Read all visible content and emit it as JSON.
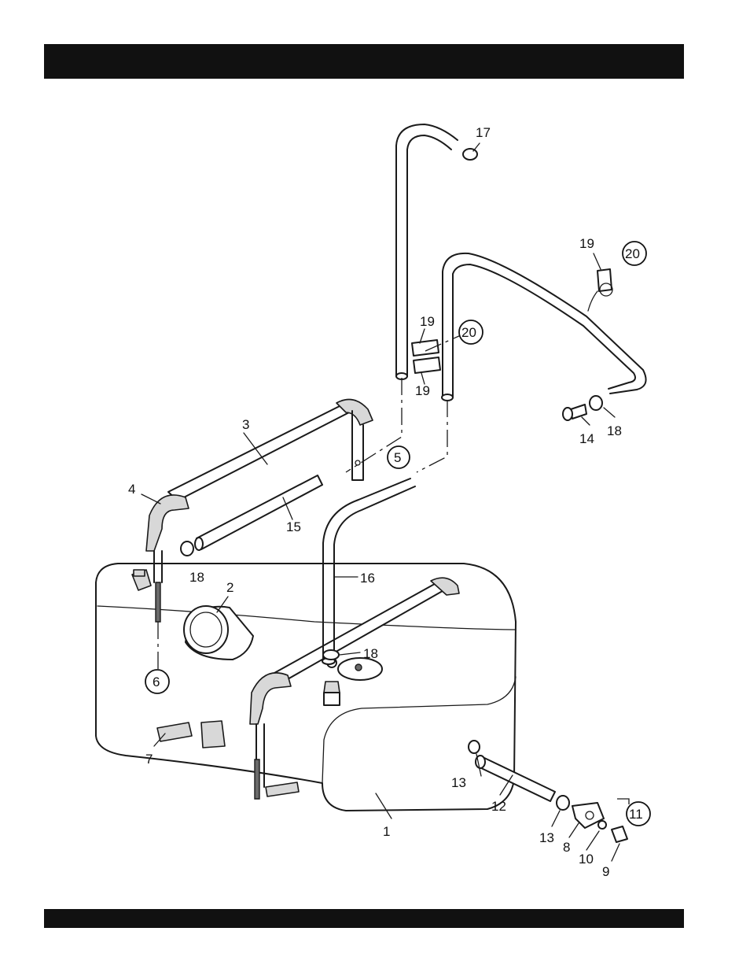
{
  "callouts": {
    "c1": "1",
    "c2": "2",
    "c3": "3",
    "c4": "4",
    "c5": "5",
    "c6": "6",
    "c7": "7",
    "c8": "8",
    "c9": "9",
    "c10": "10",
    "c11": "11",
    "c12": "12",
    "c13a": "13",
    "c13b": "13",
    "c14": "14",
    "c15": "15",
    "c16": "16",
    "c17": "17",
    "c18a": "18",
    "c18b": "18",
    "c18c": "18",
    "c19a": "19",
    "c19b": "19",
    "c19c": "19",
    "c20a": "20",
    "c20b": "20"
  },
  "colors": {
    "line": "#1a1a1a",
    "bar": "#111111",
    "paper": "#ffffff"
  }
}
